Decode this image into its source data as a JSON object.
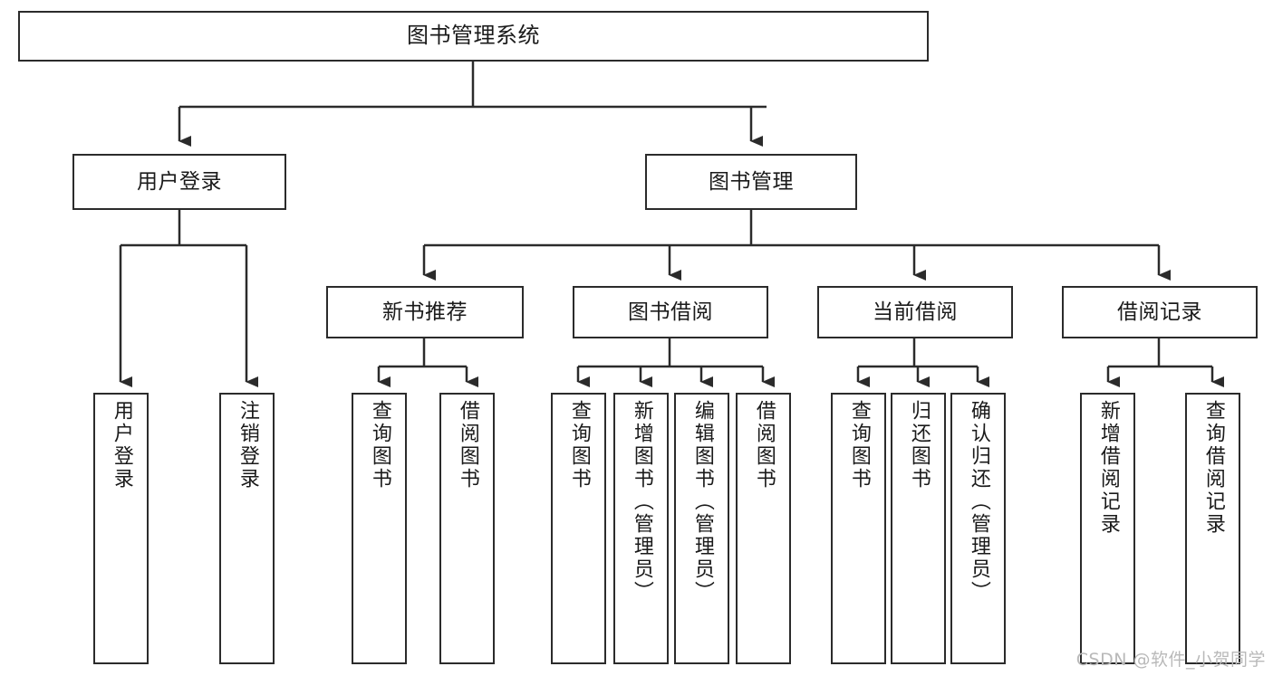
{
  "diagram": {
    "type": "tree-hierarchy",
    "title": "图书管理系统",
    "watermark": "CSDN @软件_小贺同学",
    "colors": {
      "stroke": "#2b2b2b",
      "fill": "#ffffff",
      "text": "#1a1a1a",
      "watermark": "#b9b9b9"
    },
    "levels": {
      "root": {
        "label": "图书管理系统"
      },
      "level2": [
        {
          "label": "用户登录"
        },
        {
          "label": "图书管理"
        }
      ],
      "level3": [
        {
          "label": "新书推荐"
        },
        {
          "label": "图书借阅"
        },
        {
          "label": "当前借阅"
        },
        {
          "label": "借阅记录"
        }
      ],
      "leaves_user_login": [
        {
          "label": "用户登录"
        },
        {
          "label": "注销登录"
        }
      ],
      "leaves_new_book": [
        {
          "label": "查询图书"
        },
        {
          "label": "借阅图书"
        }
      ],
      "leaves_borrow": [
        {
          "label": "查询图书"
        },
        {
          "label": "新增图书（管理员）"
        },
        {
          "label": "编辑图书（管理员）"
        },
        {
          "label": "借阅图书"
        }
      ],
      "leaves_current": [
        {
          "label": "查询图书"
        },
        {
          "label": "归还图书"
        },
        {
          "label": "确认归还（管理员）"
        }
      ],
      "leaves_records": [
        {
          "label": "新增借阅记录"
        },
        {
          "label": "查询借阅记录"
        }
      ]
    }
  }
}
